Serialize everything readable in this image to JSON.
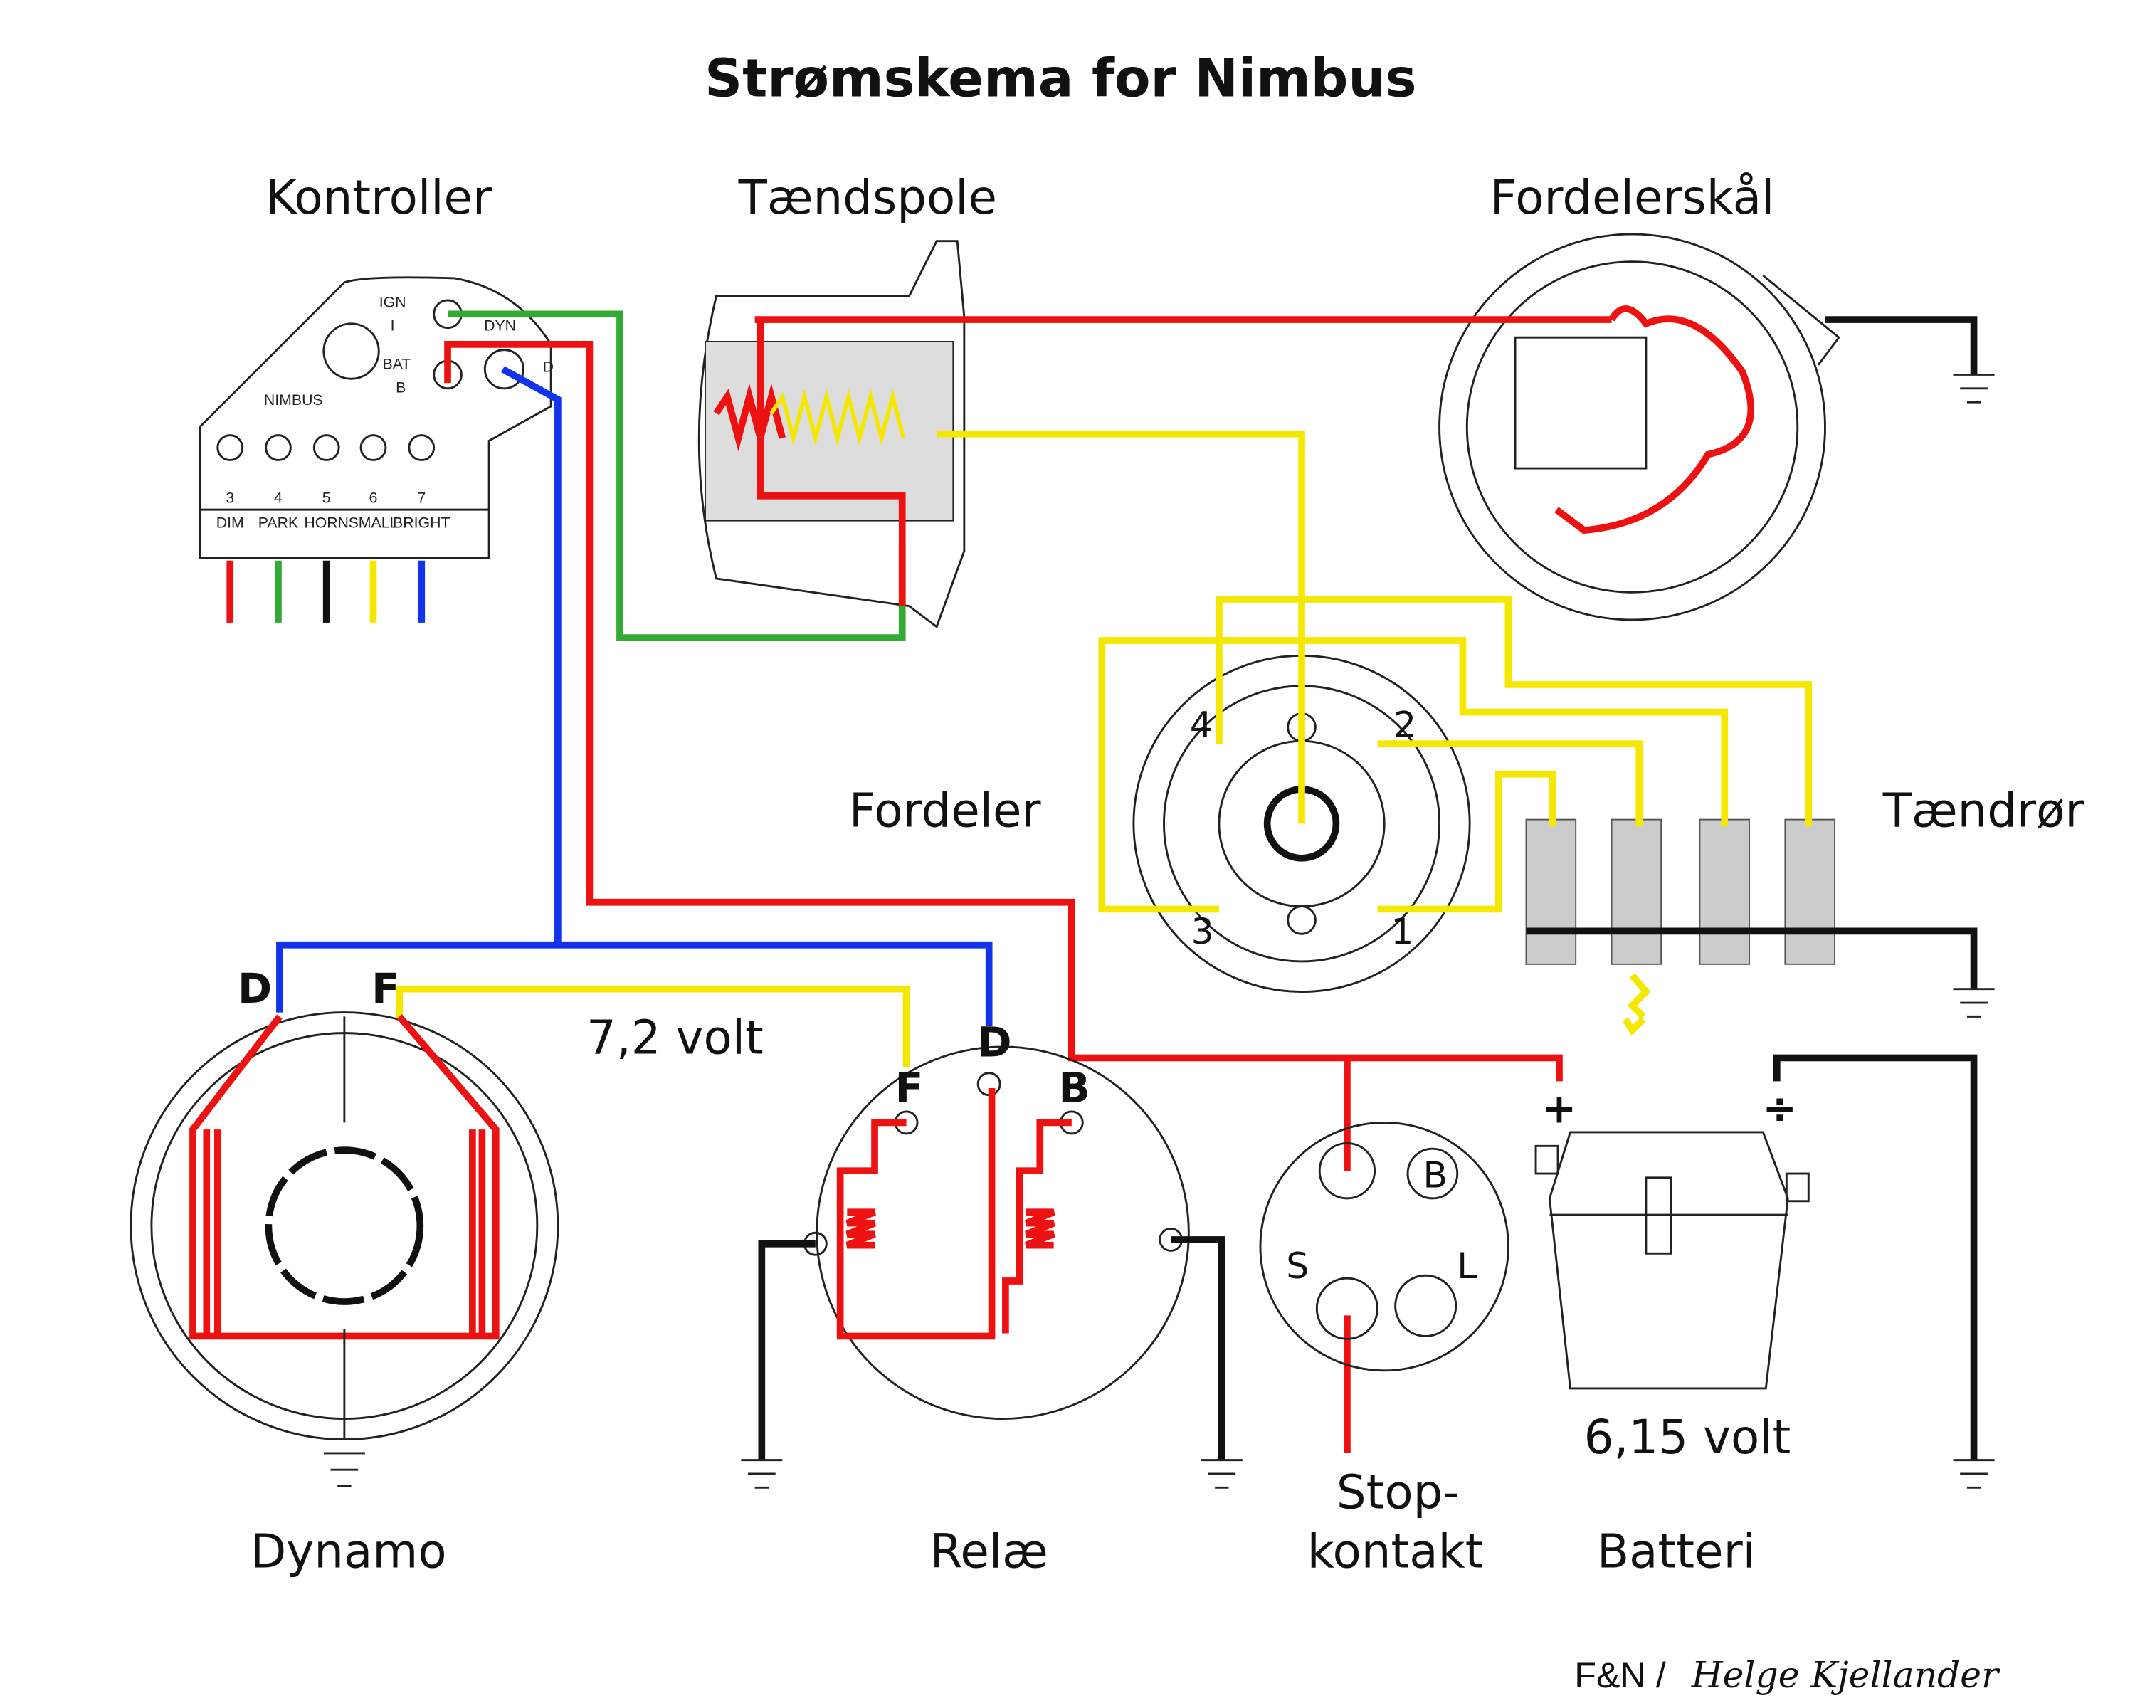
{
  "title": "Strømskema for Nimbus",
  "components": {
    "kontroller": {
      "label": "Kontroller",
      "ign": "IGN",
      "ign_short": "I",
      "bat": "BAT",
      "bat_short": "B",
      "dyn": "DYN",
      "dyn_short": "D",
      "brand": "NIMBUS",
      "terminals": [
        {
          "num": "3",
          "name": "DIM"
        },
        {
          "num": "4",
          "name": "PARK"
        },
        {
          "num": "5",
          "name": "HORN"
        },
        {
          "num": "6",
          "name": "SMALL"
        },
        {
          "num": "7",
          "name": "BRIGHT"
        }
      ]
    },
    "taendspole": {
      "label": "Tændspole"
    },
    "fordelerskaal": {
      "label": "Fordelerskål"
    },
    "fordeler": {
      "label": "Fordeler",
      "numbers": [
        "4",
        "2",
        "3",
        "1"
      ]
    },
    "taendroer": {
      "label": "Tændrør"
    },
    "dynamo": {
      "label": "Dynamo",
      "term_d": "D",
      "term_f": "F",
      "voltage": "7,2 volt"
    },
    "relae": {
      "label": "Relæ",
      "term_f": "F",
      "term_d": "D",
      "term_b": "B"
    },
    "stopkontakt": {
      "label_line1": "Stop-",
      "label_line2": "kontakt",
      "term_b": "B",
      "term_s": "S",
      "term_l": "L"
    },
    "batteri": {
      "label": "Batteri",
      "plus": "+",
      "minus": "÷",
      "voltage": "6,15 volt"
    }
  },
  "credit": {
    "org": "F&N /",
    "author": "Helge Kjellander"
  },
  "wire_colors": {
    "red": "#ee1111",
    "green": "#33aa33",
    "blue": "#1133ee",
    "yellow": "#f5e800",
    "black": "#111111"
  }
}
